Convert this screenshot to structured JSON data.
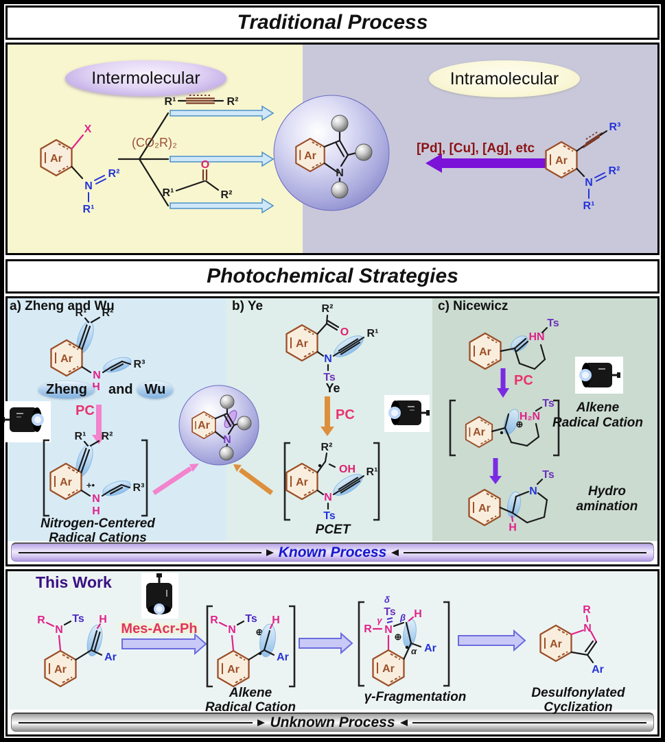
{
  "titles": {
    "traditional": "Traditional Process",
    "photochemical": "Photochemical Strategies",
    "this_work": "This Work"
  },
  "traditional": {
    "intermolecular": "Intermolecular",
    "intramolecular": "Intramolecular",
    "diester": "(CO₂R)₂",
    "catalysts": "[Pd], [Cu], [Ag], etc"
  },
  "panels": {
    "a": {
      "title": "a) Zheng and Wu",
      "author1": "Zheng",
      "conj": "and",
      "author2": "Wu",
      "pc": "PC",
      "caption1": "Nitrogen-Centered",
      "caption2": "Radical Cations"
    },
    "b": {
      "title": "b) Ye",
      "author": "Ye",
      "pc": "PC",
      "caption": "PCET"
    },
    "c": {
      "title": "c) Nicewicz",
      "pc": "PC",
      "cap1a": "Alkene",
      "cap1b": "Radical Cation",
      "cap2a": "Hydro",
      "cap2b": "amination"
    }
  },
  "bars": {
    "known": "Known Process",
    "unknown": "Unknown Process"
  },
  "work": {
    "catalyst": "Mes-Acr-Ph",
    "cap1a": "Alkene",
    "cap1b": "Radical Cation",
    "cap2": "γ-Fragmentation",
    "cap3a": "Desulfonylated",
    "cap3b": "Cyclization"
  },
  "atoms": {
    "ar": "Ar",
    "x": "X",
    "n": "N",
    "h": "H",
    "hn": "HN",
    "h2n": "H₂N",
    "ts": "Ts",
    "o": "O",
    "oh": "OH",
    "r": "R",
    "r1": "R¹",
    "r2": "R²",
    "r3": "R³",
    "plus_rad": "+•",
    "oplus": "⊕",
    "alpha": "α",
    "beta": "β",
    "gamma": "γ",
    "delta": "δ"
  }
}
